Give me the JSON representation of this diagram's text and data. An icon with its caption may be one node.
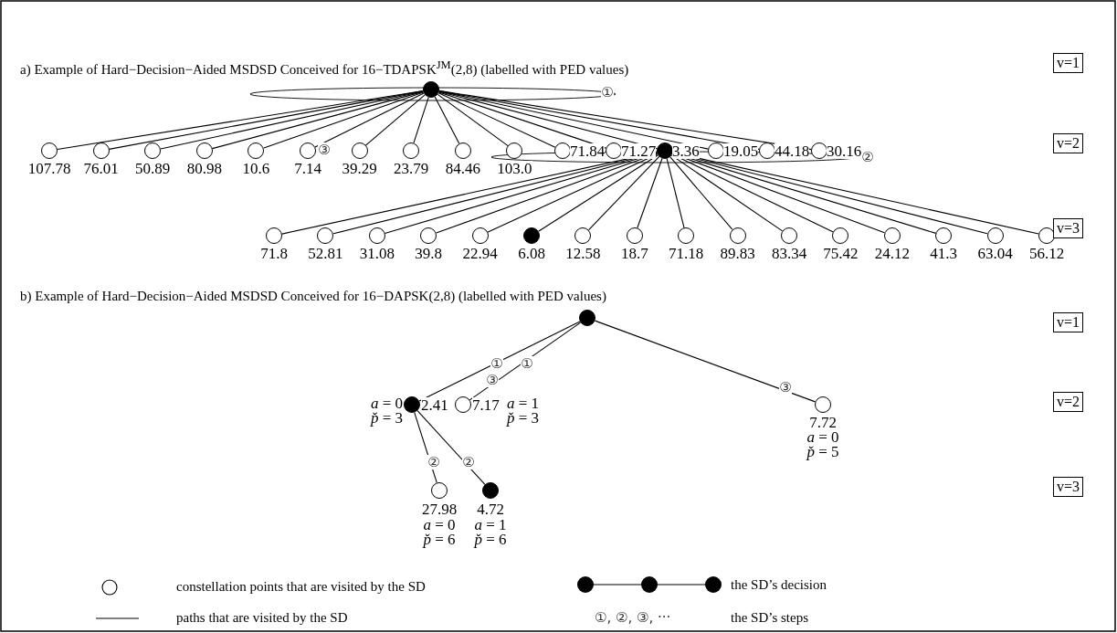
{
  "diagram": {
    "nodes": [
      {
        "text": [],
        "shape": "dot"
      },
      {
        "text": [],
        "shape": "circle",
        "beside": [
          "107.78"
        ]
      },
      {
        "text": [],
        "shape": "circle",
        "beside": [
          "76.01"
        ]
      },
      {
        "text": [],
        "shape": "circle",
        "beside": [
          "50.89"
        ]
      },
      {
        "text": [],
        "shape": "circle",
        "beside": [
          "80.98"
        ]
      },
      {
        "text": [],
        "shape": "circle",
        "beside": [
          "10.6"
        ]
      },
      {
        "text": [],
        "shape": "circle",
        "beside": [
          "7.14"
        ]
      },
      {
        "text": [],
        "shape": "circle",
        "beside": [
          "39.29"
        ]
      },
      {
        "text": [],
        "shape": "circle",
        "beside": [
          "23.79"
        ]
      },
      {
        "text": [],
        "shape": "circle",
        "beside": [
          "84.46"
        ]
      },
      {
        "text": [],
        "shape": "circle",
        "beside": [
          "103.0"
        ]
      },
      {
        "text": [],
        "shape": "circle",
        "beside": [
          "71.84"
        ]
      },
      {
        "text": [],
        "shape": "circle",
        "beside": [
          "71.27"
        ]
      },
      {
        "text": [],
        "shape": "dot",
        "beside": [
          "3.36"
        ]
      },
      {
        "text": [],
        "shape": "circle",
        "beside": [
          "19.05"
        ]
      },
      {
        "text": [],
        "shape": "circle",
        "beside": [
          "44.18"
        ]
      },
      {
        "text": [],
        "shape": "circle",
        "beside": [
          "30.16"
        ]
      },
      {
        "text": [],
        "shape": "circle",
        "beside": [
          "71.8"
        ]
      },
      {
        "text": [],
        "shape": "circle",
        "beside": [
          "52.81"
        ]
      },
      {
        "text": [],
        "shape": "circle",
        "beside": [
          "31.08"
        ]
      },
      {
        "text": [],
        "shape": "circle",
        "beside": [
          "39.8"
        ]
      },
      {
        "text": [],
        "shape": "circle",
        "beside": [
          "22.94"
        ]
      },
      {
        "text": [],
        "shape": "dot",
        "beside": [
          "6.08"
        ]
      },
      {
        "text": [],
        "shape": "circle",
        "beside": [
          "12.58"
        ]
      },
      {
        "text": [],
        "shape": "circle",
        "beside": [
          "18.7"
        ]
      },
      {
        "text": [],
        "shape": "circle",
        "beside": [
          "71.18"
        ]
      },
      {
        "text": [],
        "shape": "circle",
        "beside": [
          "89.83"
        ]
      },
      {
        "text": [],
        "shape": "circle",
        "beside": [
          "83.34"
        ]
      },
      {
        "text": [],
        "shape": "circle",
        "beside": [
          "75.42"
        ]
      },
      {
        "text": [],
        "shape": "circle",
        "beside": [
          "24.12"
        ]
      },
      {
        "text": [],
        "shape": "circle",
        "beside": [
          "41.3"
        ]
      },
      {
        "text": [],
        "shape": "circle",
        "beside": [
          "63.04"
        ]
      },
      {
        "text": [],
        "shape": "circle",
        "beside": [
          "56.12"
        ]
      },
      {
        "text": [],
        "shape": "dot"
      },
      {
        "text": [],
        "shape": "dot",
        "beside": [
          "*a* = 0",
          "*p̌* = 3",
          "2.41"
        ]
      },
      {
        "text": [],
        "shape": "circle",
        "beside": [
          "7.17",
          "*a* = 1",
          "*p̌* = 3"
        ]
      },
      {
        "text": [],
        "shape": "circle",
        "beside": [
          "7.72",
          "*a* = 0",
          "*p̌* = 5"
        ]
      },
      {
        "text": [],
        "shape": "circle",
        "beside": [
          "27.98",
          "*a* = 0",
          "*p̌* = 6"
        ]
      },
      {
        "text": [],
        "shape": "dot",
        "beside": [
          "4.72",
          "*a* = 1",
          "*p̌* = 6"
        ]
      },
      {
        "text": [
          "v=1"
        ]
      },
      {
        "text": [
          "v=2"
        ]
      },
      {
        "text": [
          "v=3"
        ]
      },
      {
        "text": [
          "v=1"
        ]
      },
      {
        "text": [
          "v=2"
        ]
      },
      {
        "text": [
          "v=3"
        ]
      }
    ],
    "edges": [
      {
        "from": 0,
        "to": 1,
        "arrow": "none"
      },
      {
        "from": 0,
        "to": 2,
        "arrow": "none"
      },
      {
        "from": 0,
        "to": 3,
        "arrow": "none"
      },
      {
        "from": 0,
        "to": 4,
        "arrow": "none"
      },
      {
        "from": 0,
        "to": 5,
        "arrow": "none"
      },
      {
        "from": 0,
        "to": 6,
        "arrow": "none"
      },
      {
        "from": 0,
        "to": 7,
        "arrow": "none"
      },
      {
        "from": 0,
        "to": 8,
        "arrow": "none"
      },
      {
        "from": 0,
        "to": 9,
        "arrow": "none"
      },
      {
        "from": 0,
        "to": 10,
        "arrow": "none"
      },
      {
        "from": 0,
        "to": 11,
        "arrow": "none"
      },
      {
        "from": 0,
        "to": 12,
        "arrow": "none"
      },
      {
        "from": 0,
        "to": 13,
        "arrow": "none"
      },
      {
        "from": 0,
        "to": 14,
        "arrow": "none"
      },
      {
        "from": 0,
        "to": 15,
        "arrow": "none"
      },
      {
        "from": 0,
        "to": 16,
        "arrow": "none"
      },
      {
        "from": 13,
        "to": 17,
        "arrow": "none"
      },
      {
        "from": 13,
        "to": 18,
        "arrow": "none"
      },
      {
        "from": 13,
        "to": 19,
        "arrow": "none"
      },
      {
        "from": 13,
        "to": 20,
        "arrow": "none"
      },
      {
        "from": 13,
        "to": 21,
        "arrow": "none"
      },
      {
        "from": 13,
        "to": 22,
        "arrow": "none"
      },
      {
        "from": 13,
        "to": 23,
        "arrow": "none"
      },
      {
        "from": 13,
        "to": 24,
        "arrow": "none"
      },
      {
        "from": 13,
        "to": 25,
        "arrow": "none"
      },
      {
        "from": 13,
        "to": 26,
        "arrow": "none"
      },
      {
        "from": 13,
        "to": 27,
        "arrow": "none"
      },
      {
        "from": 13,
        "to": 28,
        "arrow": "none"
      },
      {
        "from": 13,
        "to": 29,
        "arrow": "none"
      },
      {
        "from": 13,
        "to": 30,
        "arrow": "none"
      },
      {
        "from": 13,
        "to": 31,
        "arrow": "none"
      },
      {
        "from": 13,
        "to": 32,
        "arrow": "none"
      },
      {
        "from": 33,
        "to": 34,
        "arrow": "none"
      },
      {
        "from": 33,
        "to": 35,
        "arrow": "none"
      },
      {
        "from": 33,
        "to": 36,
        "arrow": "none"
      },
      {
        "from": 34,
        "to": 37,
        "arrow": "none"
      },
      {
        "from": 34,
        "to": 38,
        "arrow": "none"
      }
    ],
    "labels": [
      "a) Example of Hard−Decision−Aided MSDSD Conceived for 16−TDAPSK$^{JM}$(2,8) (labelled with PED values)",
      "①",
      "③",
      "②",
      "b) Example of Hard−Decision−Aided MSDSD Conceived for 16−DAPSK(2,8) (labelled with PED values)",
      "①",
      "①",
      "③",
      "③",
      "②",
      "②",
      "①, ②, ③, ···"
    ],
    "legend": [
      {
        "text": "constellation points that are visited by the SD"
      },
      {
        "text": "the SD’s decision"
      },
      {
        "text": "paths that are visited by the SD"
      },
      {
        "text": "the SD’s steps"
      }
    ]
  }
}
